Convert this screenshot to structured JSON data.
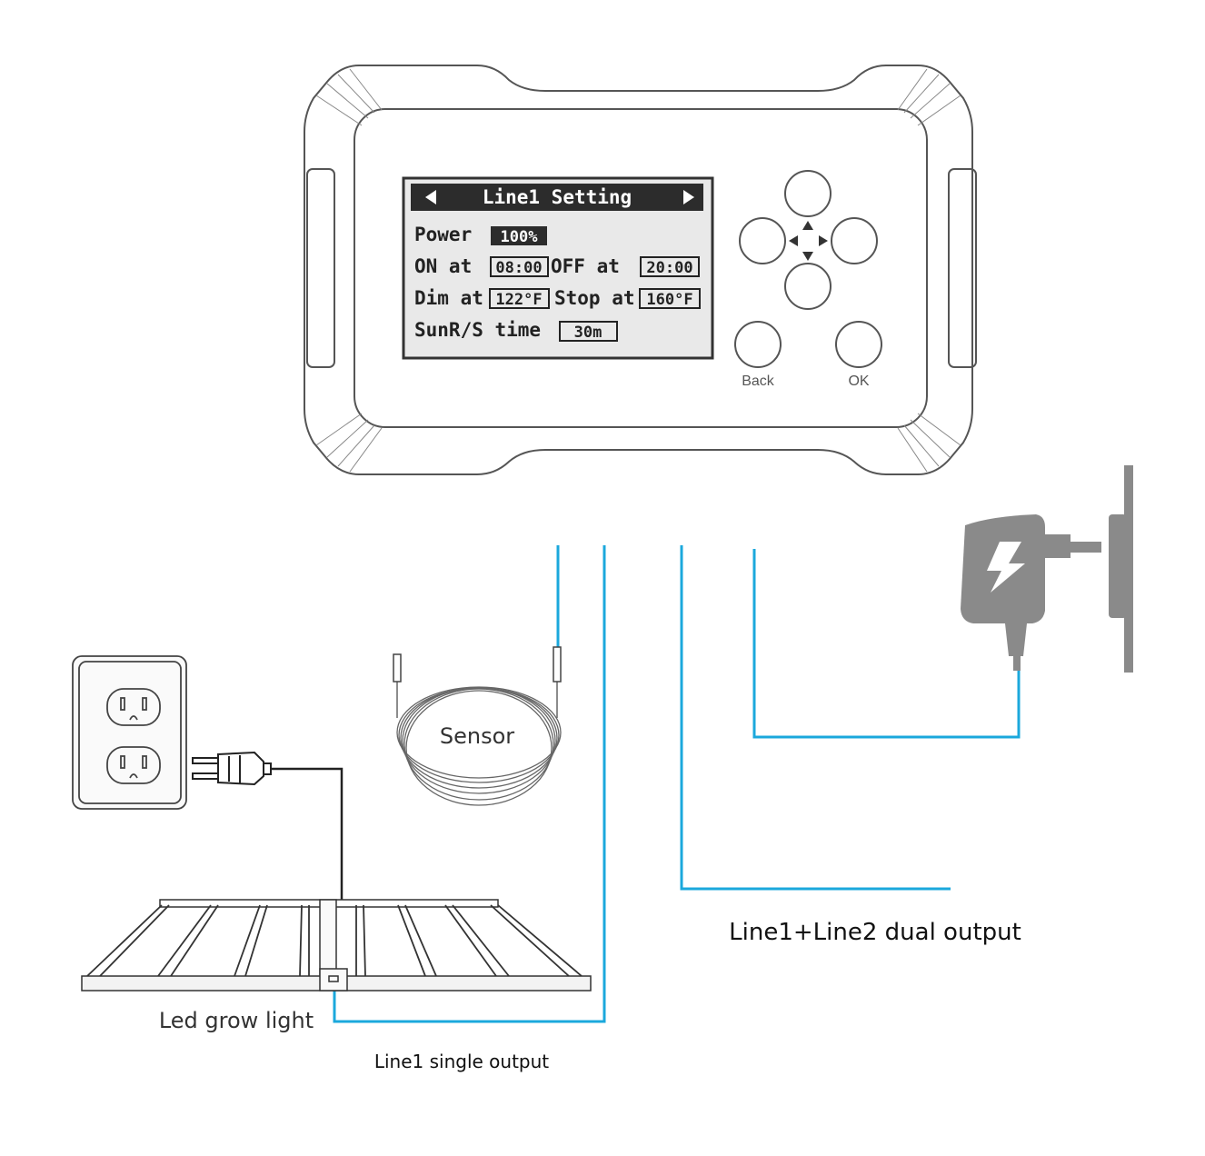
{
  "controller": {
    "screen": {
      "title": "Line1 Setting",
      "power_label": "Power",
      "power_value": "100%",
      "on_label": "ON at",
      "on_value": "08:00",
      "off_label": "OFF at",
      "off_value": "20:00",
      "dim_label": "Dim at",
      "dim_value": "122°F",
      "stop_label": "Stop at",
      "stop_value": "160°F",
      "sun_label": "SunR/S time",
      "sun_value": "30m"
    },
    "buttons": {
      "back_label": "Back",
      "ok_label": "OK"
    }
  },
  "labels": {
    "sensor": "Sensor",
    "led_light": "Led grow light",
    "line1_single": "Line1 single output",
    "dual_output": "Line1+Line2 dual output"
  },
  "colors": {
    "cable": "#1ba8dc",
    "outline": "#555555",
    "lcd_bg": "#e9e9e9",
    "lcd_dark": "#2c2c2c",
    "adapter": "#8a8a8a"
  },
  "icons": [
    "arrow-left-icon",
    "arrow-right-icon",
    "dpad-arrows-icon",
    "lightning-icon",
    "outlet-icon",
    "plug-icon"
  ]
}
